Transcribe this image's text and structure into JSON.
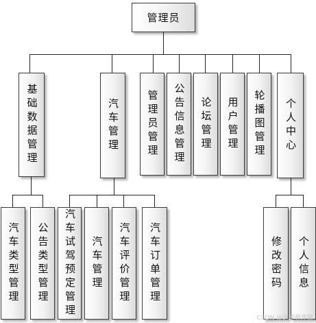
{
  "root": "管理员",
  "level1": [
    {
      "label": "基础数据管理",
      "children": [
        "汽车类型管理",
        "公告类型管理"
      ]
    },
    {
      "label": "汽车管理",
      "children": [
        "汽车试驾预定管理",
        "汽车管理",
        "汽车评价管理",
        "汽车订单管理"
      ]
    },
    {
      "label": "管理员管理",
      "children": []
    },
    {
      "label": "公告信息管理",
      "children": []
    },
    {
      "label": "论坛管理",
      "children": []
    },
    {
      "label": "用户管理",
      "children": []
    },
    {
      "label": "轮播图管理",
      "children": []
    },
    {
      "label": "个人中心",
      "children": [
        "修改密码",
        "个人信息"
      ]
    }
  ],
  "watermark": "CSDN @这是程序猿"
}
